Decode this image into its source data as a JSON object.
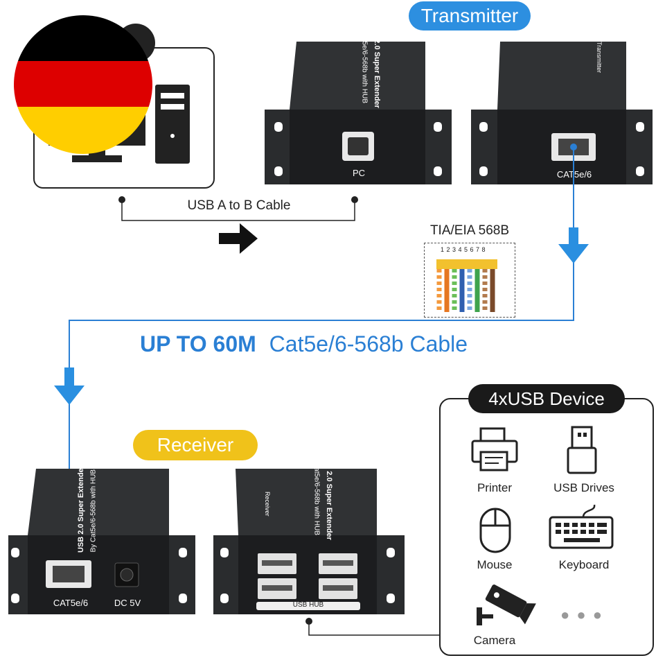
{
  "transmitter_badge": "Transmitter",
  "receiver_badge": "Receiver",
  "usb_cable_label": "USB A to B Cable",
  "standard_label": "TIA/EIA 568B",
  "pin_numbers": "1 2 3 4 5 6 7 8",
  "cable_spec": {
    "distance": "UP TO 60M",
    "cable": "Cat5e/6-568b Cable"
  },
  "device_box_title": "4xUSB Device",
  "devices": [
    "Printer",
    "USB Drives",
    "Mouse",
    "Keyboard",
    "Camera"
  ],
  "more_devices": "● ● ●",
  "ports": {
    "tx_pc": "PC",
    "tx_cat": "CAT5e/6",
    "rx_cat": "CAT5e/6",
    "rx_dc": "DC 5V",
    "rx_hub": "USB HUB"
  },
  "device_print": {
    "line1": "USB 2.0 Super Extender",
    "line2": "By Cat5e/6-568b with HUB",
    "tx_tag": "Transmitter",
    "rx_tag": "Receiver"
  },
  "colors": {
    "accent_blue": "#2a7fd4",
    "badge_blue": "#2d8fe0",
    "badge_yellow": "#f0c21a",
    "device_body": "#222426",
    "flag_black": "#000000",
    "flag_red": "#dd0000",
    "flag_gold": "#ffce00"
  }
}
